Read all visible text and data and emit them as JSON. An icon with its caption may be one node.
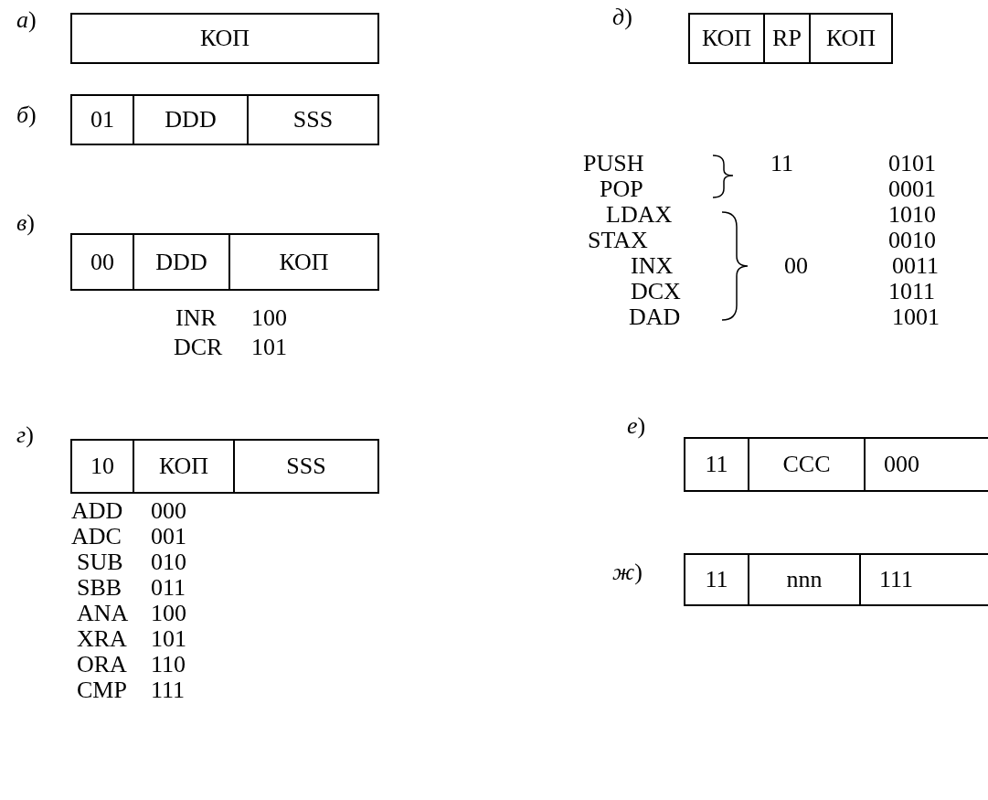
{
  "diagram": {
    "nodes": [
      {
        "text": [
          "КОП"
        ]
      },
      {
        "text": [
          "КОП"
        ]
      },
      {
        "text": [
          "RP"
        ]
      },
      {
        "text": [
          "КОП"
        ]
      },
      {
        "text": [
          "01"
        ]
      },
      {
        "text": [
          "DDD"
        ]
      },
      {
        "text": [
          "SSS"
        ]
      },
      {
        "text": [
          "00"
        ]
      },
      {
        "text": [
          "DDD"
        ]
      },
      {
        "text": [
          "КОП"
        ]
      },
      {
        "text": [
          "10"
        ]
      },
      {
        "text": [
          "КОП"
        ]
      },
      {
        "text": [
          "SSS"
        ]
      },
      {
        "text": [
          "11"
        ]
      },
      {
        "text": [
          "CCC"
        ]
      },
      {
        "text": [
          "000"
        ]
      },
      {
        "text": [
          "11"
        ]
      },
      {
        "text": [
          "nnn"
        ]
      },
      {
        "text": [
          "111"
        ]
      }
    ],
    "labels": [
      "*а*)",
      "*б*)",
      "*в*)",
      "INR",
      "100",
      "DCR",
      "101",
      "*г*)",
      "ADD",
      "000",
      "ADC",
      "001",
      "SUB",
      "010",
      "SBB",
      "011",
      "ANA",
      "100",
      "XRA",
      "101",
      "ORA",
      "110",
      "CMP",
      "111",
      "*д*)",
      "PUSH",
      "11",
      "0101",
      "POP",
      "0001",
      "LDAX",
      "1010",
      "STAX",
      "0010",
      "INX",
      "00",
      "0011",
      "DCX",
      "1011",
      "DAD",
      "1001",
      "*е*)",
      "*ж*)"
    ]
  }
}
